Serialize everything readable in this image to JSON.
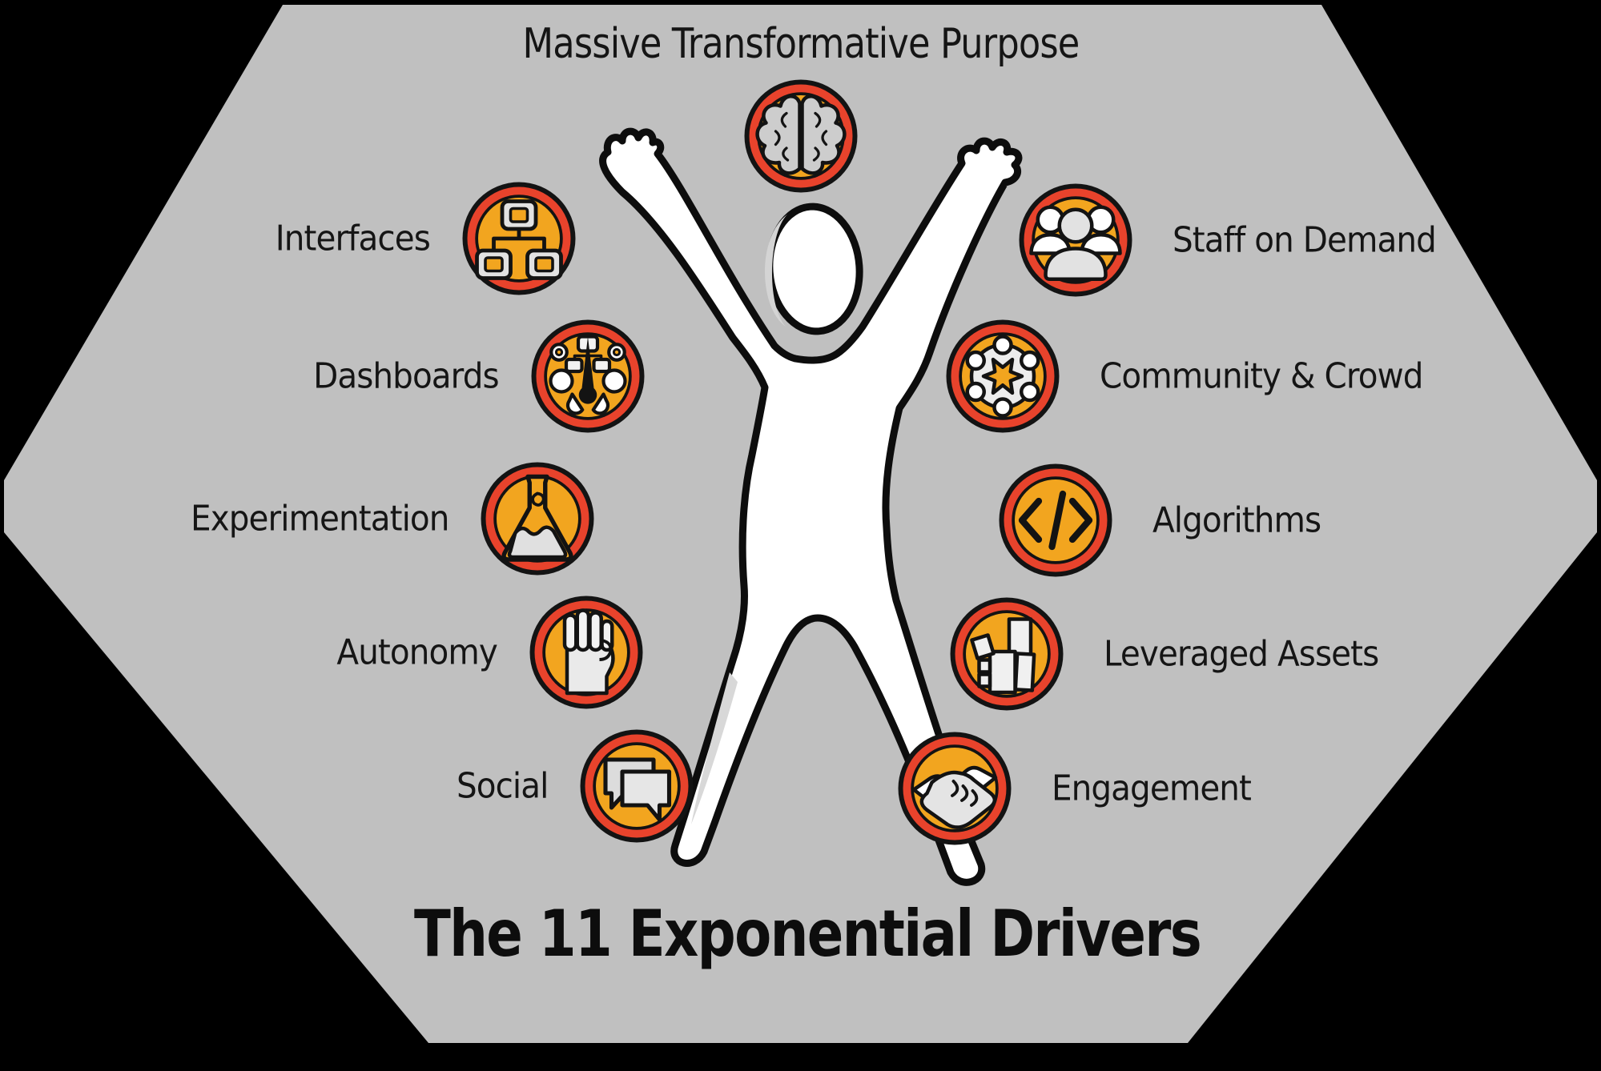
{
  "title": "The 11 Exponential Drivers",
  "colors": {
    "background": "#000000",
    "hexagon": "#C0C0C0",
    "badge_red": "#E8432C",
    "badge_amber": "#F2A51F",
    "outline": "#131313",
    "icon_gray": "#E0E0E0",
    "text": "#151515"
  },
  "drivers": [
    {
      "id": "mtp",
      "label": "Massive Transformative Purpose",
      "icon": "brain-icon",
      "side": "top"
    },
    {
      "id": "interfaces",
      "label": "Interfaces",
      "icon": "sitemap-icon",
      "side": "left"
    },
    {
      "id": "staff-on-demand",
      "label": "Staff on Demand",
      "icon": "people-icon",
      "side": "right"
    },
    {
      "id": "dashboards",
      "label": "Dashboards",
      "icon": "gauge-icon",
      "side": "left"
    },
    {
      "id": "community-crowd",
      "label": "Community & Crowd",
      "icon": "community-icon",
      "side": "right"
    },
    {
      "id": "experimentation",
      "label": "Experimentation",
      "icon": "flask-icon",
      "side": "left"
    },
    {
      "id": "algorithms",
      "label": "Algorithms",
      "icon": "code-icon",
      "side": "right"
    },
    {
      "id": "autonomy",
      "label": "Autonomy",
      "icon": "fist-icon",
      "side": "left"
    },
    {
      "id": "leveraged-assets",
      "label": "Leveraged Assets",
      "icon": "blocks-icon",
      "side": "right"
    },
    {
      "id": "social",
      "label": "Social",
      "icon": "chat-icon",
      "side": "left"
    },
    {
      "id": "engagement",
      "label": "Engagement",
      "icon": "handshake-icon",
      "side": "right"
    }
  ]
}
